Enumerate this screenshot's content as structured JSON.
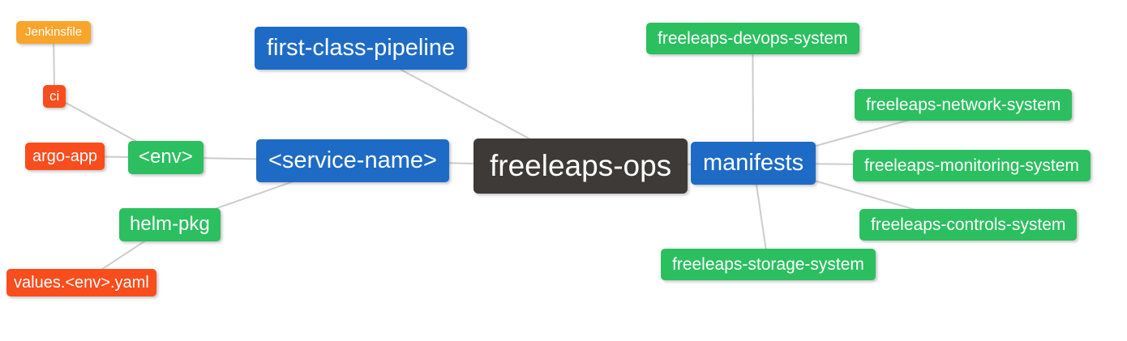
{
  "diagram": {
    "type": "mindmap",
    "root_label": "freeleaps-ops",
    "colors": {
      "blue": "#1e6bc6",
      "green": "#2bbf60",
      "red_orange": "#f94d1d",
      "amber": "#f9a52c",
      "dark": "#3d3a37",
      "edge": "#cccccc",
      "node_text": "#ffffff",
      "background": "#ffffff"
    },
    "nodes": {
      "jenkinsfile": {
        "label": "Jenkinsfile",
        "color": "#f9a52c"
      },
      "ci": {
        "label": "ci",
        "color": "#f94d1d"
      },
      "argo_app": {
        "label": "argo-app",
        "color": "#f94d1d"
      },
      "env": {
        "label": "<env>",
        "color": "#2bbf60"
      },
      "helm_pkg": {
        "label": "helm-pkg",
        "color": "#2bbf60"
      },
      "values_env_yaml": {
        "label": "values.<env>.yaml",
        "color": "#f94d1d"
      },
      "first_class_pipeline": {
        "label": "first-class-pipeline",
        "color": "#1e6bc6"
      },
      "service_name": {
        "label": "<service-name>",
        "color": "#1e6bc6"
      },
      "freeleaps_ops": {
        "label": "freeleaps-ops",
        "color": "#3d3a37"
      },
      "manifests": {
        "label": "manifests",
        "color": "#1e6bc6"
      },
      "devops_system": {
        "label": "freeleaps-devops-system",
        "color": "#2bbf60"
      },
      "network_system": {
        "label": "freeleaps-network-system",
        "color": "#2bbf60"
      },
      "monitoring_system": {
        "label": "freeleaps-monitoring-system",
        "color": "#2bbf60"
      },
      "controls_system": {
        "label": "freeleaps-controls-system",
        "color": "#2bbf60"
      },
      "storage_system": {
        "label": "freeleaps-storage-system",
        "color": "#2bbf60"
      }
    },
    "edges": [
      {
        "from": "jenkinsfile",
        "to": "ci"
      },
      {
        "from": "ci",
        "to": "env"
      },
      {
        "from": "argo_app",
        "to": "env"
      },
      {
        "from": "env",
        "to": "service_name"
      },
      {
        "from": "helm_pkg",
        "to": "service_name"
      },
      {
        "from": "values_env_yaml",
        "to": "helm_pkg"
      },
      {
        "from": "first_class_pipeline",
        "to": "freeleaps_ops"
      },
      {
        "from": "service_name",
        "to": "freeleaps_ops"
      },
      {
        "from": "freeleaps_ops",
        "to": "manifests"
      },
      {
        "from": "manifests",
        "to": "devops_system"
      },
      {
        "from": "manifests",
        "to": "network_system"
      },
      {
        "from": "manifests",
        "to": "monitoring_system"
      },
      {
        "from": "manifests",
        "to": "controls_system"
      },
      {
        "from": "manifests",
        "to": "storage_system"
      }
    ]
  }
}
